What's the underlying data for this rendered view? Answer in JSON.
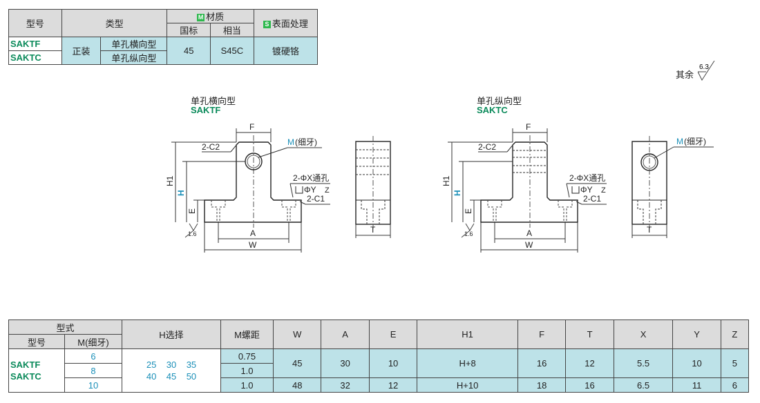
{
  "top": {
    "h_model": "型号",
    "h_type": "类型",
    "m_tag": "M",
    "h_material": "材质",
    "h_gb": "国标",
    "h_equiv": "相当",
    "s_tag": "S",
    "h_surface": "表面处理",
    "model1": "SAKTF",
    "model2": "SAKTC",
    "mount": "正装",
    "type1": "单孔横向型",
    "type2": "单孔纵向型",
    "gb": "45",
    "equiv": "S45C",
    "surface": "镀硬铬"
  },
  "roughness": {
    "text": "其余",
    "value": "6.3"
  },
  "diagrams": {
    "left_title": "单孔横向型",
    "left_code": "SAKTF",
    "right_title": "单孔纵向型",
    "right_code": "SAKTC",
    "F": "F",
    "M_letter": "M",
    "M_note": "(细牙)",
    "c2": "2-C2",
    "hole1": "2-ΦX通孔",
    "hole2": "ΦY",
    "hole2b": "Z",
    "c1": "2-C1",
    "H1": "H1",
    "H": "H",
    "E": "E",
    "A": "A",
    "W": "W",
    "T": "T",
    "r16": "1.6"
  },
  "bottom": {
    "h_form": "型式",
    "h_model": "型号",
    "h_m": "M(细牙)",
    "h_h": "H选择",
    "h_pitch": "M螺距",
    "cols": [
      "W",
      "A",
      "E",
      "H1",
      "F",
      "T",
      "X",
      "Y",
      "Z"
    ],
    "models": [
      "SAKTF",
      "SAKTC"
    ],
    "m_values": [
      "6",
      "8",
      "10"
    ],
    "h_row1": [
      "25",
      "30",
      "35"
    ],
    "h_row2": [
      "40",
      "45",
      "50"
    ],
    "pitch": [
      "0.75",
      "1.0",
      "1.0"
    ],
    "row_a": [
      "45",
      "30",
      "10",
      "H+8",
      "16",
      "12",
      "5.5",
      "10",
      "5"
    ],
    "row_b": [
      "48",
      "32",
      "12",
      "H+10",
      "18",
      "16",
      "6.5",
      "11",
      "6"
    ]
  }
}
